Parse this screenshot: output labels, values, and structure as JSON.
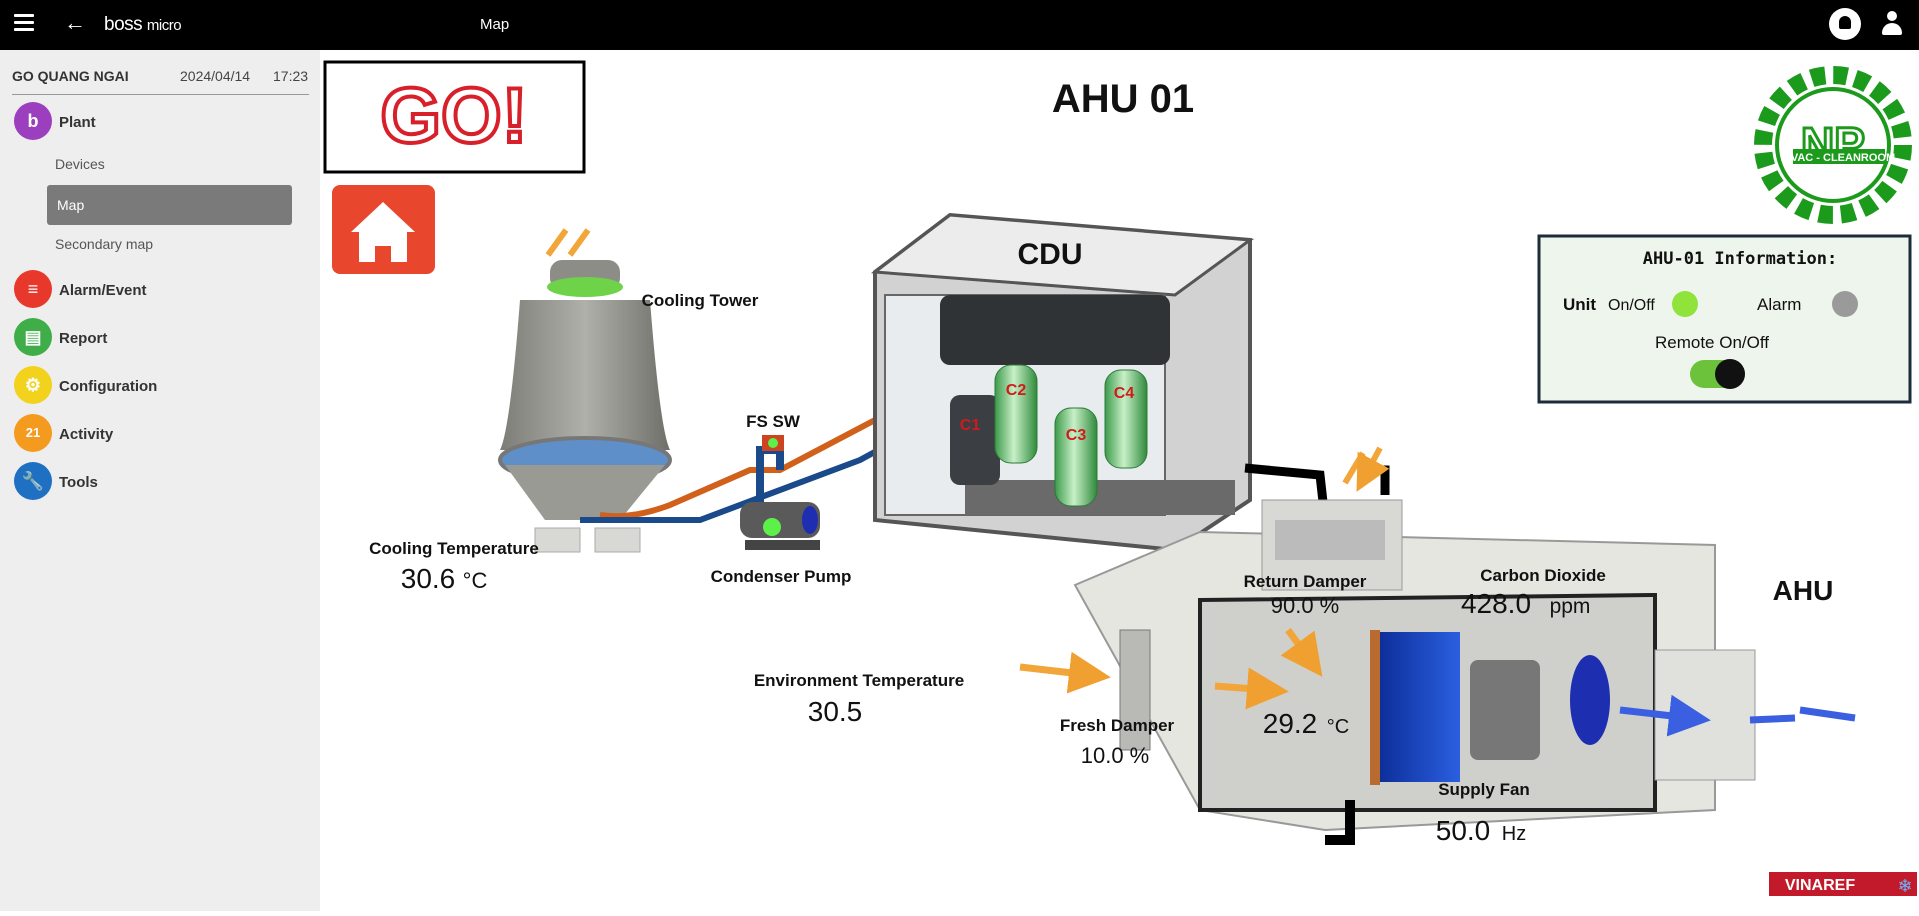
{
  "app": {
    "brand": "boss",
    "brand_suffix": "micro",
    "page_title": "Map"
  },
  "site": {
    "name": "GO QUANG NGAI",
    "date": "2024/04/14",
    "time": "17:23"
  },
  "nav": {
    "plant": "Plant",
    "devices": "Devices",
    "map": "Map",
    "secondary_map": "Secondary map",
    "alarm": "Alarm/Event",
    "report": "Report",
    "configuration": "Configuration",
    "activity": "Activity",
    "tools": "Tools"
  },
  "diagram": {
    "heading": "AHU 01",
    "go_logo": "GO!",
    "np_logo_main": "NP",
    "np_logo_sub": "HVAC - CLEANROOM",
    "vinaref": "VINAREF",
    "cdu": "CDU",
    "cooling_tower": "Cooling Tower",
    "fs_sw": "FS SW",
    "condenser_pump": "Condenser Pump",
    "cooling_temp_label": "Cooling Temperature",
    "cooling_temp_value": "30.6",
    "cooling_temp_unit": "°C",
    "env_temp_label": "Environment Temperature",
    "env_temp_value": "30.5",
    "return_damper_label": "Return Damper",
    "return_damper_value": "90.0 %",
    "co2_label": "Carbon Dioxide",
    "co2_value": "428.0",
    "co2_unit": "ppm",
    "ahu_label": "AHU",
    "fresh_damper_label": "Fresh Damper",
    "fresh_damper_value": "10.0 %",
    "supply_temp_value": "29.2",
    "supply_temp_unit": "°C",
    "supply_fan_label": "Supply Fan",
    "supply_fan_value": "50.0",
    "supply_fan_unit": "Hz",
    "compressors": [
      "C1",
      "C2",
      "C3",
      "C4"
    ]
  },
  "info_panel": {
    "title": "AHU-01 Information:",
    "unit_label": "Unit",
    "onoff_label": "On/Off",
    "alarm_label": "Alarm",
    "remote_label": "Remote On/Off"
  },
  "colors": {
    "status_on": "#8fe33b",
    "alarm_off": "#9a9a9a",
    "accent_red": "#e8382b",
    "np_green": "#1c9a1c"
  }
}
